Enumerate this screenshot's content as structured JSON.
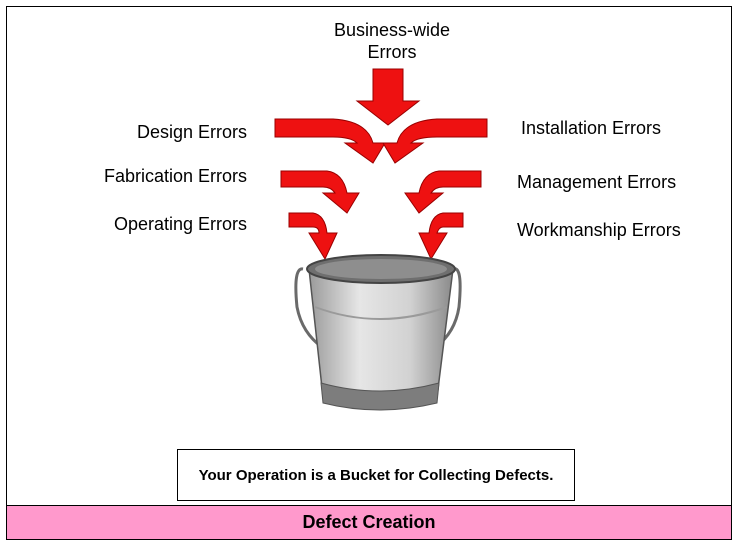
{
  "labels": {
    "business_wide": "Business-wide Errors",
    "design": "Design Errors",
    "fabrication": "Fabrication Errors",
    "operating": "Operating Errors",
    "installation": "Installation Errors",
    "management": "Management Errors",
    "workmanship": "Workmanship Errors"
  },
  "caption": "Your Operation is a Bucket for Collecting Defects.",
  "footer": "Defect Creation",
  "colors": {
    "arrow": "#ee1111",
    "bucket": "#c8c8c8",
    "footer_bar": "#ff99cc"
  },
  "icons": [
    "down-arrow-icon",
    "curved-arrow-icon",
    "bucket-icon"
  ]
}
